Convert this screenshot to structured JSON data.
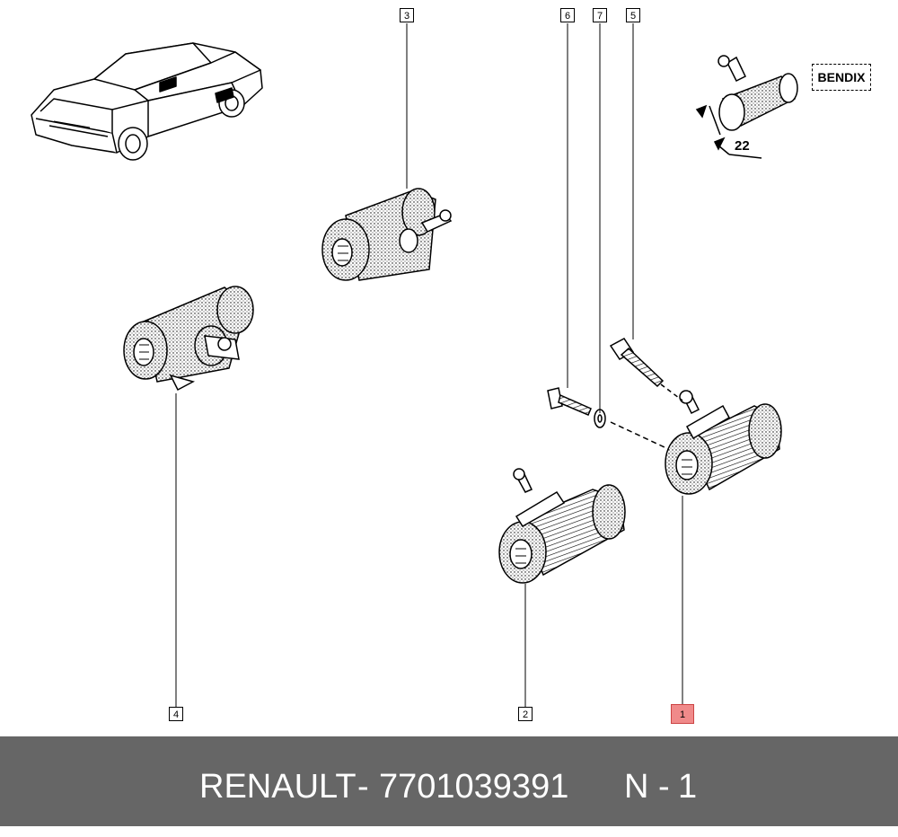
{
  "diagram": {
    "callouts": {
      "c1": "1",
      "c2": "2",
      "c3": "3",
      "c4": "4",
      "c5": "5",
      "c6": "6",
      "c7": "7"
    },
    "highlighted_callout": "1",
    "inset": {
      "badge": "BENDIX",
      "dimension": "22"
    }
  },
  "footer": {
    "brand": "RENAULT",
    "separator": "-",
    "part_number": "7701039391",
    "n_label": "N",
    "n_separator": "-",
    "n_value": "1",
    "background_color": "#666666",
    "text_color": "#ffffff"
  },
  "colors": {
    "highlight": "#f08a8a"
  }
}
